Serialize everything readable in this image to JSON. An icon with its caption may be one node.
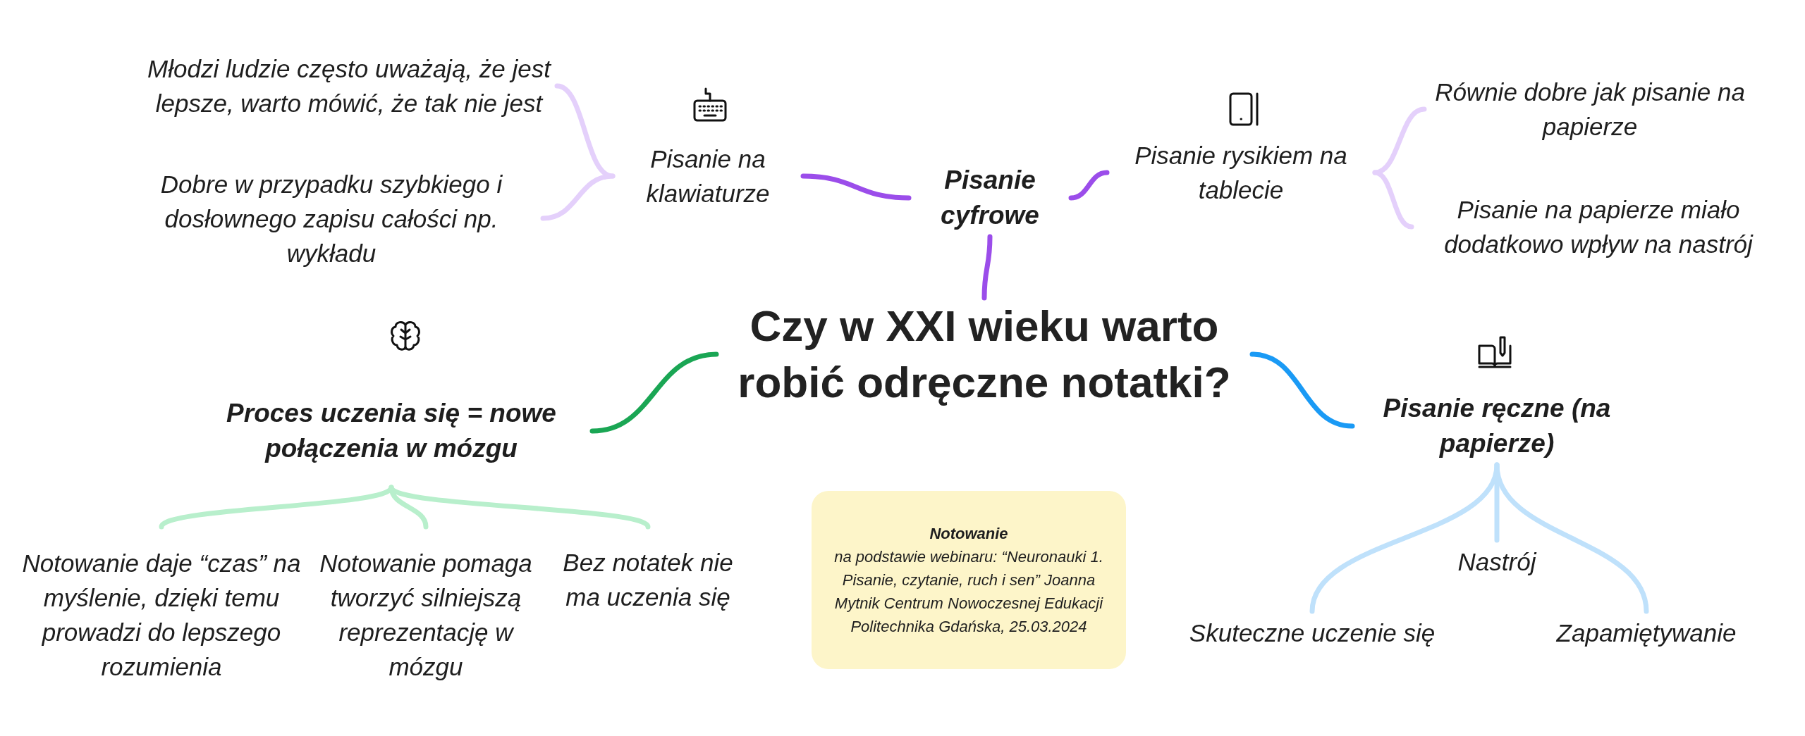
{
  "diagram": {
    "nodes": [
      {
        "text": [
          "Czy w XXI wieku warto robić odręczne notatki?"
        ]
      },
      {
        "text": [
          "Pisanie cyfrowe"
        ]
      },
      {
        "text": [
          "Pisanie na klawiaturze"
        ]
      },
      {
        "text": [
          "Pisanie rysikiem na tablecie"
        ]
      },
      {
        "text": [
          "Młodzi ludzie często uważają, że jest lepsze, warto mówić, że tak nie jest"
        ]
      },
      {
        "text": [
          "Dobre w przypadku szybkiego i dosłownego zapisu całości np. wykładu"
        ]
      },
      {
        "text": [
          "Równie dobre jak pisanie na papierze"
        ]
      },
      {
        "text": [
          "Pisanie na papierze miało dodatkowo wpływ na nastrój"
        ]
      },
      {
        "text": [
          "Proces uczenia się = nowe połączenia w mózgu"
        ]
      },
      {
        "text": [
          "Notowanie daje “czas” na myślenie, dzięki temu prowadzi do lepszego rozumienia"
        ]
      },
      {
        "text": [
          "Notowanie pomaga tworzyć silniejszą reprezentację w mózgu"
        ]
      },
      {
        "text": [
          "Bez notatek nie ma uczenia się"
        ]
      },
      {
        "text": [
          "Pisanie ręczne (na papierze)"
        ]
      },
      {
        "text": [
          "Nastrój"
        ]
      },
      {
        "text": [
          "Skuteczne uczenie się"
        ]
      },
      {
        "text": [
          "Zapamiętywanie"
        ]
      },
      {
        "text": [
          "Notowanie",
          "na podstawie webinaru: “Neuronauki 1. Pisanie, czytanie, ruch i sen” Joanna Mytnik Centrum Nowoczesnej Edukacji Politechnika Gdańska, 25.03.2024"
        ]
      }
    ],
    "edges": [
      {
        "from": 0,
        "to": 1,
        "arrow": "none",
        "color": "#9b4dea"
      },
      {
        "from": 1,
        "to": 2,
        "arrow": "none",
        "color": "#9b4dea"
      },
      {
        "from": 1,
        "to": 3,
        "arrow": "none",
        "color": "#9b4dea"
      },
      {
        "from": 2,
        "to": 4,
        "arrow": "none",
        "color": "#e4d0fb"
      },
      {
        "from": 2,
        "to": 5,
        "arrow": "none",
        "color": "#e4d0fb"
      },
      {
        "from": 3,
        "to": 6,
        "arrow": "none",
        "color": "#e4d0fb"
      },
      {
        "from": 3,
        "to": 7,
        "arrow": "none",
        "color": "#e4d0fb"
      },
      {
        "from": 0,
        "to": 8,
        "arrow": "none",
        "color": "#1aa654"
      },
      {
        "from": 8,
        "to": 9,
        "arrow": "none",
        "color": "#b8efcc"
      },
      {
        "from": 8,
        "to": 10,
        "arrow": "none",
        "color": "#b8efcc"
      },
      {
        "from": 8,
        "to": 11,
        "arrow": "none",
        "color": "#b8efcc"
      },
      {
        "from": 0,
        "to": 12,
        "arrow": "none",
        "color": "#1a9af5"
      },
      {
        "from": 12,
        "to": 13,
        "arrow": "none",
        "color": "#bfe1fb"
      },
      {
        "from": 12,
        "to": 14,
        "arrow": "none",
        "color": "#bfe1fb"
      },
      {
        "from": 12,
        "to": 15,
        "arrow": "none",
        "color": "#bfe1fb"
      }
    ]
  }
}
